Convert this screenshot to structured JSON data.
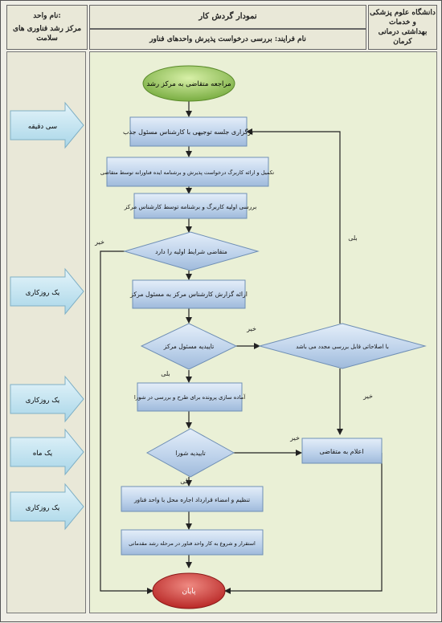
{
  "header": {
    "org_line1": "دانشگاه علوم پزشکی و خدمات",
    "org_line2": "بهداشتی درمانی کرمان",
    "chart_title": "نمودار گردش کار",
    "process_name": "نام فرایند: بررسی درخواست پذیرش واحدهای فناور",
    "unit_label": "نام واحد:",
    "unit_name": "مرکز رشد فناوری های سلامت"
  },
  "time_labels": [
    "سی دقیقه",
    "یک روزکاری",
    "یک روزکاری",
    "یک ماه",
    "یک روزکاری"
  ],
  "nodes": {
    "start": "مراجعه متقاضی به مرکز رشد",
    "s1": "برگزاری جلسه توجیهی با کارشناس مسئول جذب",
    "s2": "تکمیل و ارائه کاربرگ درخواست پذیرش و برشنامه ایده فناورانه توسط متقاضی",
    "s3": "بررسی اولیه کاربرگ و برشنامه توسط کارشناس مرکز",
    "d1": "متقاضی شرایط اولیه را دارد",
    "s4": "ارائه گزارش کارشناس مرکز به مسئول مرکز",
    "d2": "تاییدیه مسئول مرکز",
    "d3": "با اصلاحاتی قابل بررسی مجدد می باشد",
    "s5": "آماده سازی پرونده برای طرح و بررسی در شورا",
    "d4": "تاییدیه شورا",
    "s6": "اعلام به متقاضی",
    "s7": "تنظیم و امضاء قرارداد اجاره محل با واحد فناور",
    "s8": "استقرار و شروع به کار واحد فناور در مرحله رشد مقدماتی",
    "end": "پایان"
  },
  "edge_labels": {
    "yes": "بلی",
    "no": "خیر"
  },
  "colors": {
    "process_fill": "#b4cbe6",
    "decision_fill": "#b4cbe6",
    "start_fill": "#8fc04c",
    "end_fill": "#cc2f2f",
    "arrow_fill": "#bfe1ee",
    "main_bg": "#eaf0d6"
  }
}
